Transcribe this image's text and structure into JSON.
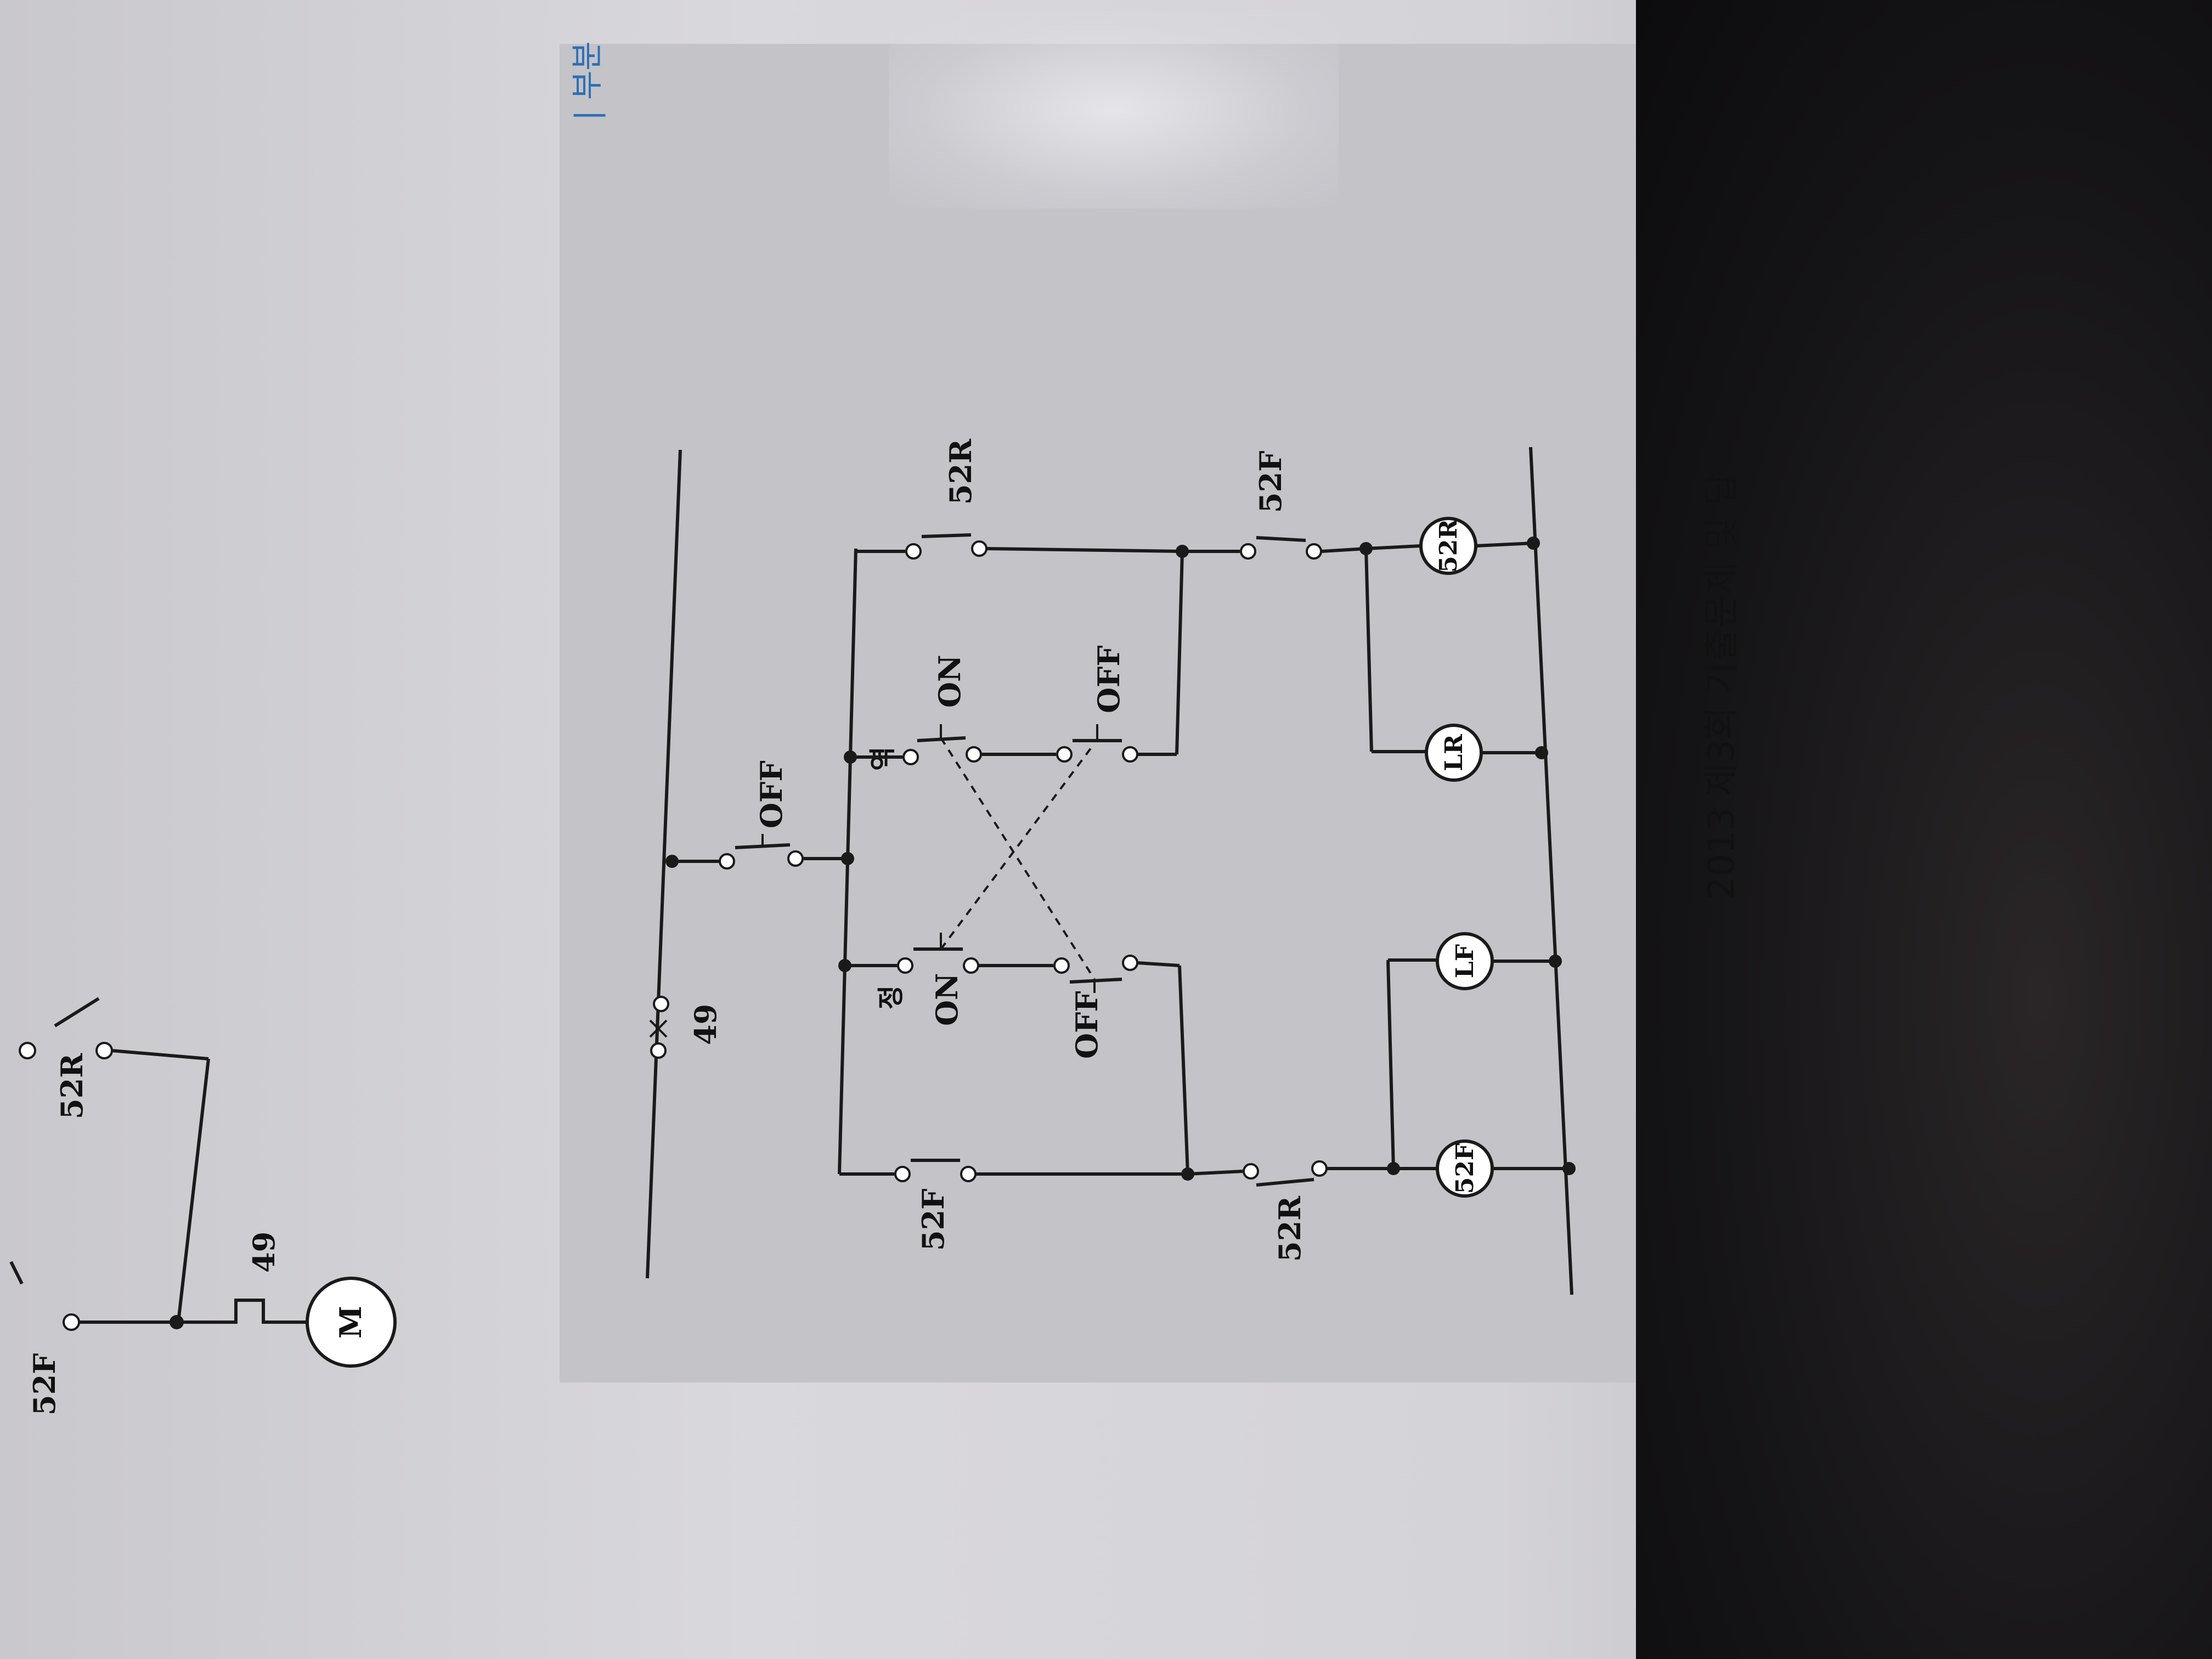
{
  "motor_circuit": {
    "contact_forward": "52F",
    "contact_reverse": "52R",
    "overload": "49",
    "motor": "M"
  },
  "control_circuit": {
    "thermal_relay": "49",
    "stop_button": "OFF",
    "forward_label": "정",
    "reverse_label": "역",
    "forward_on": "ON",
    "reverse_on": "ON",
    "forward_off": "OFF",
    "reverse_off": "OFF",
    "self_hold_forward": "52F",
    "self_hold_reverse": "52R",
    "interlock_forward": "52R",
    "interlock_reverse": "52F",
    "coils": [
      "52F",
      "LF",
      "LR",
      "52R"
    ]
  },
  "footer": {
    "text": "2013  제3회  기출문제  및  답",
    "section_marker": "| 부분"
  }
}
